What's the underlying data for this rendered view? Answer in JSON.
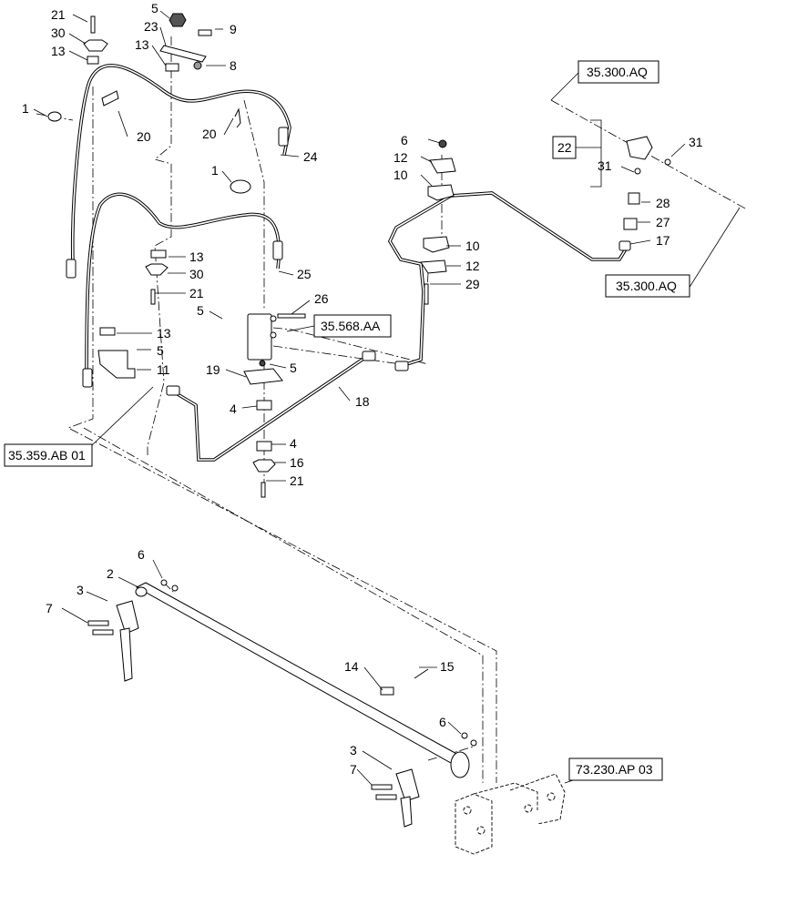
{
  "callouts": {
    "c21a": "21",
    "c30a": "30",
    "c13a": "13",
    "c5a": "5",
    "c23": "23",
    "c9": "9",
    "c13b": "13",
    "c8": "8",
    "c1a": "1",
    "c20a": "20",
    "c20b": "20",
    "c24": "24",
    "c1b": "1",
    "c13c": "13",
    "c30b": "30",
    "c21b": "21",
    "c25": "25",
    "c26": "26",
    "c5b": "5",
    "c13d": "13",
    "c5c": "5",
    "c11": "11",
    "c19": "19",
    "c5d": "5",
    "c18": "18",
    "c4a": "4",
    "c4b": "4",
    "c16": "16",
    "c21c": "21",
    "c6a": "6",
    "c12a": "12",
    "c10a": "10",
    "c10b": "10",
    "c12b": "12",
    "c29": "29",
    "c22": "22",
    "c31a": "31",
    "c31b": "31",
    "c28": "28",
    "c27": "27",
    "c17": "17",
    "c6b": "6",
    "c2": "2",
    "c3a": "3",
    "c7a": "7",
    "c14": "14",
    "c15": "15",
    "c6c": "6",
    "c3b": "3",
    "c7b": "7"
  },
  "refs": {
    "ref_35_300_top": "35.300.AQ",
    "ref_35_300_bottom": "35.300.AQ",
    "ref_35_568": "35.568.AA",
    "ref_35_359": "35.359.AB 01",
    "ref_73_230": "73.230.AP 03"
  }
}
